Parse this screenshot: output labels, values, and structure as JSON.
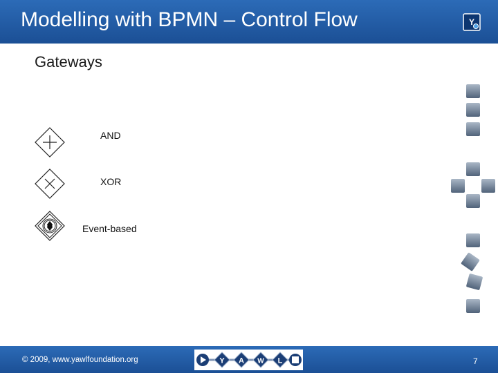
{
  "header": {
    "title": "Modelling with BPMN – Control Flow"
  },
  "slide": {
    "subtitle": "Gateways",
    "gateways": [
      {
        "label": "AND",
        "icon": "and-gateway-icon"
      },
      {
        "label": "XOR",
        "icon": "xor-gateway-icon"
      },
      {
        "label": "Event-based",
        "icon": "event-based-gateway-icon"
      }
    ]
  },
  "footer": {
    "copyright": "© 2009, www.yawlfoundation.org",
    "page_number": "7",
    "nav_letters": [
      "Y",
      "A",
      "W",
      "L"
    ]
  },
  "colors": {
    "brand_blue": "#1f5aa3",
    "header_gradient_top": "#2c6bb7",
    "header_gradient_bottom": "#1b4f95"
  }
}
